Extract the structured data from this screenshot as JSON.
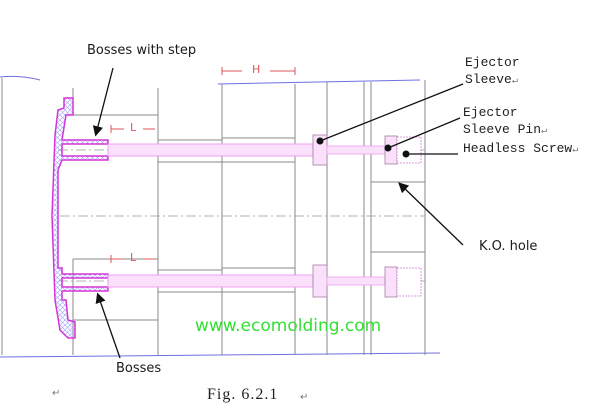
{
  "labels": {
    "bosses_with_step": "Bosses with step",
    "bosses": "Bosses",
    "ejector_sleeve": [
      "Ejector",
      "Sleeve"
    ],
    "ejector_sleeve_pin": [
      "Ejector",
      "Sleeve Pin"
    ],
    "headless_screw": "Headless Screw",
    "ko_hole": "K.O. hole"
  },
  "dimensions": {
    "h": "H",
    "l_top": "L",
    "l_bottom": "L"
  },
  "watermark": "www.ecomolding.com",
  "caption": "Fig.  6.2.1",
  "return_mark": "↵",
  "colors": {
    "part": "#d633d6",
    "pin": "#f0a0f0",
    "outline": "#8a8a8a",
    "boundary": "#7070e0",
    "dimension": "#e0555a",
    "watermark": "#33e033",
    "leader": "#111111"
  }
}
